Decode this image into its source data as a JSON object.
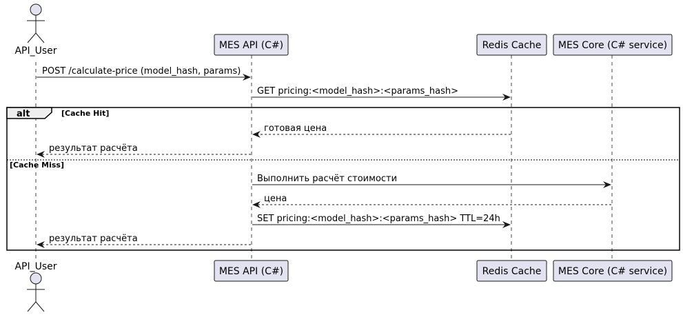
{
  "participants": {
    "api_user": "API_User",
    "mes_api": "MES API (C#)",
    "redis": "Redis Cache",
    "mes_core": "MES Core (C# service)"
  },
  "messages": {
    "m1": "POST /calculate-price (model_hash, params)",
    "m2": "GET pricing:<model_hash>:<params_hash>",
    "m3": "готовая цена",
    "m4": "результат расчёта",
    "m5": "Выполнить расчёт стоимости",
    "m6": "цена",
    "m7": "SET pricing:<model_hash>:<params_hash> TTL=24h",
    "m8": "результат расчёта"
  },
  "alt": {
    "keyword": "alt",
    "guard_hit": "[Cache Hit]",
    "guard_miss": "[Cache Miss]"
  },
  "colors": {
    "participant_fill": "#e2e2f0",
    "participant_stroke": "#181818",
    "lifeline": "#181818"
  }
}
